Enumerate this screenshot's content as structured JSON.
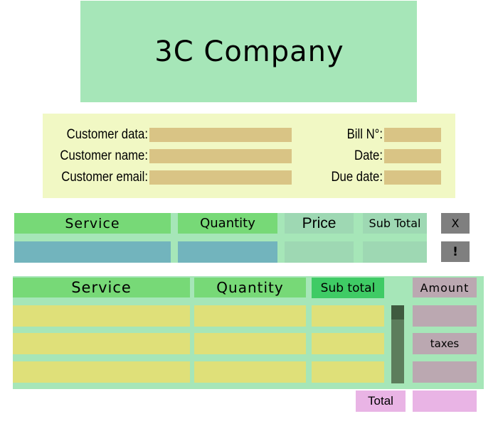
{
  "header": {
    "title": "3C Company"
  },
  "customer": {
    "data_label": "Customer data:",
    "name_label": "Customer name:",
    "email_label": "Customer email:",
    "bill_label": "Bill N°:",
    "date_label": "Date:",
    "due_label": "Due date:"
  },
  "entry": {
    "service": "Service",
    "quantity": "Quantity",
    "price": "Price",
    "subtotal": "Sub Total",
    "remove_button": "X",
    "alert_button": "!"
  },
  "table": {
    "service": "Service",
    "quantity": "Quantity",
    "subtotal": "Sub total",
    "amount": "Amount",
    "taxes": "taxes",
    "total_label": "Total"
  },
  "colors": {
    "header_bg": "#a6e6b8",
    "panel_bg": "#f1f8c4",
    "field": "#d9c485",
    "green": "#77d977",
    "teal": "#72b4bd",
    "yellow": "#dfe079",
    "mauve": "#bba8b1",
    "pink": "#e9b4e5"
  }
}
